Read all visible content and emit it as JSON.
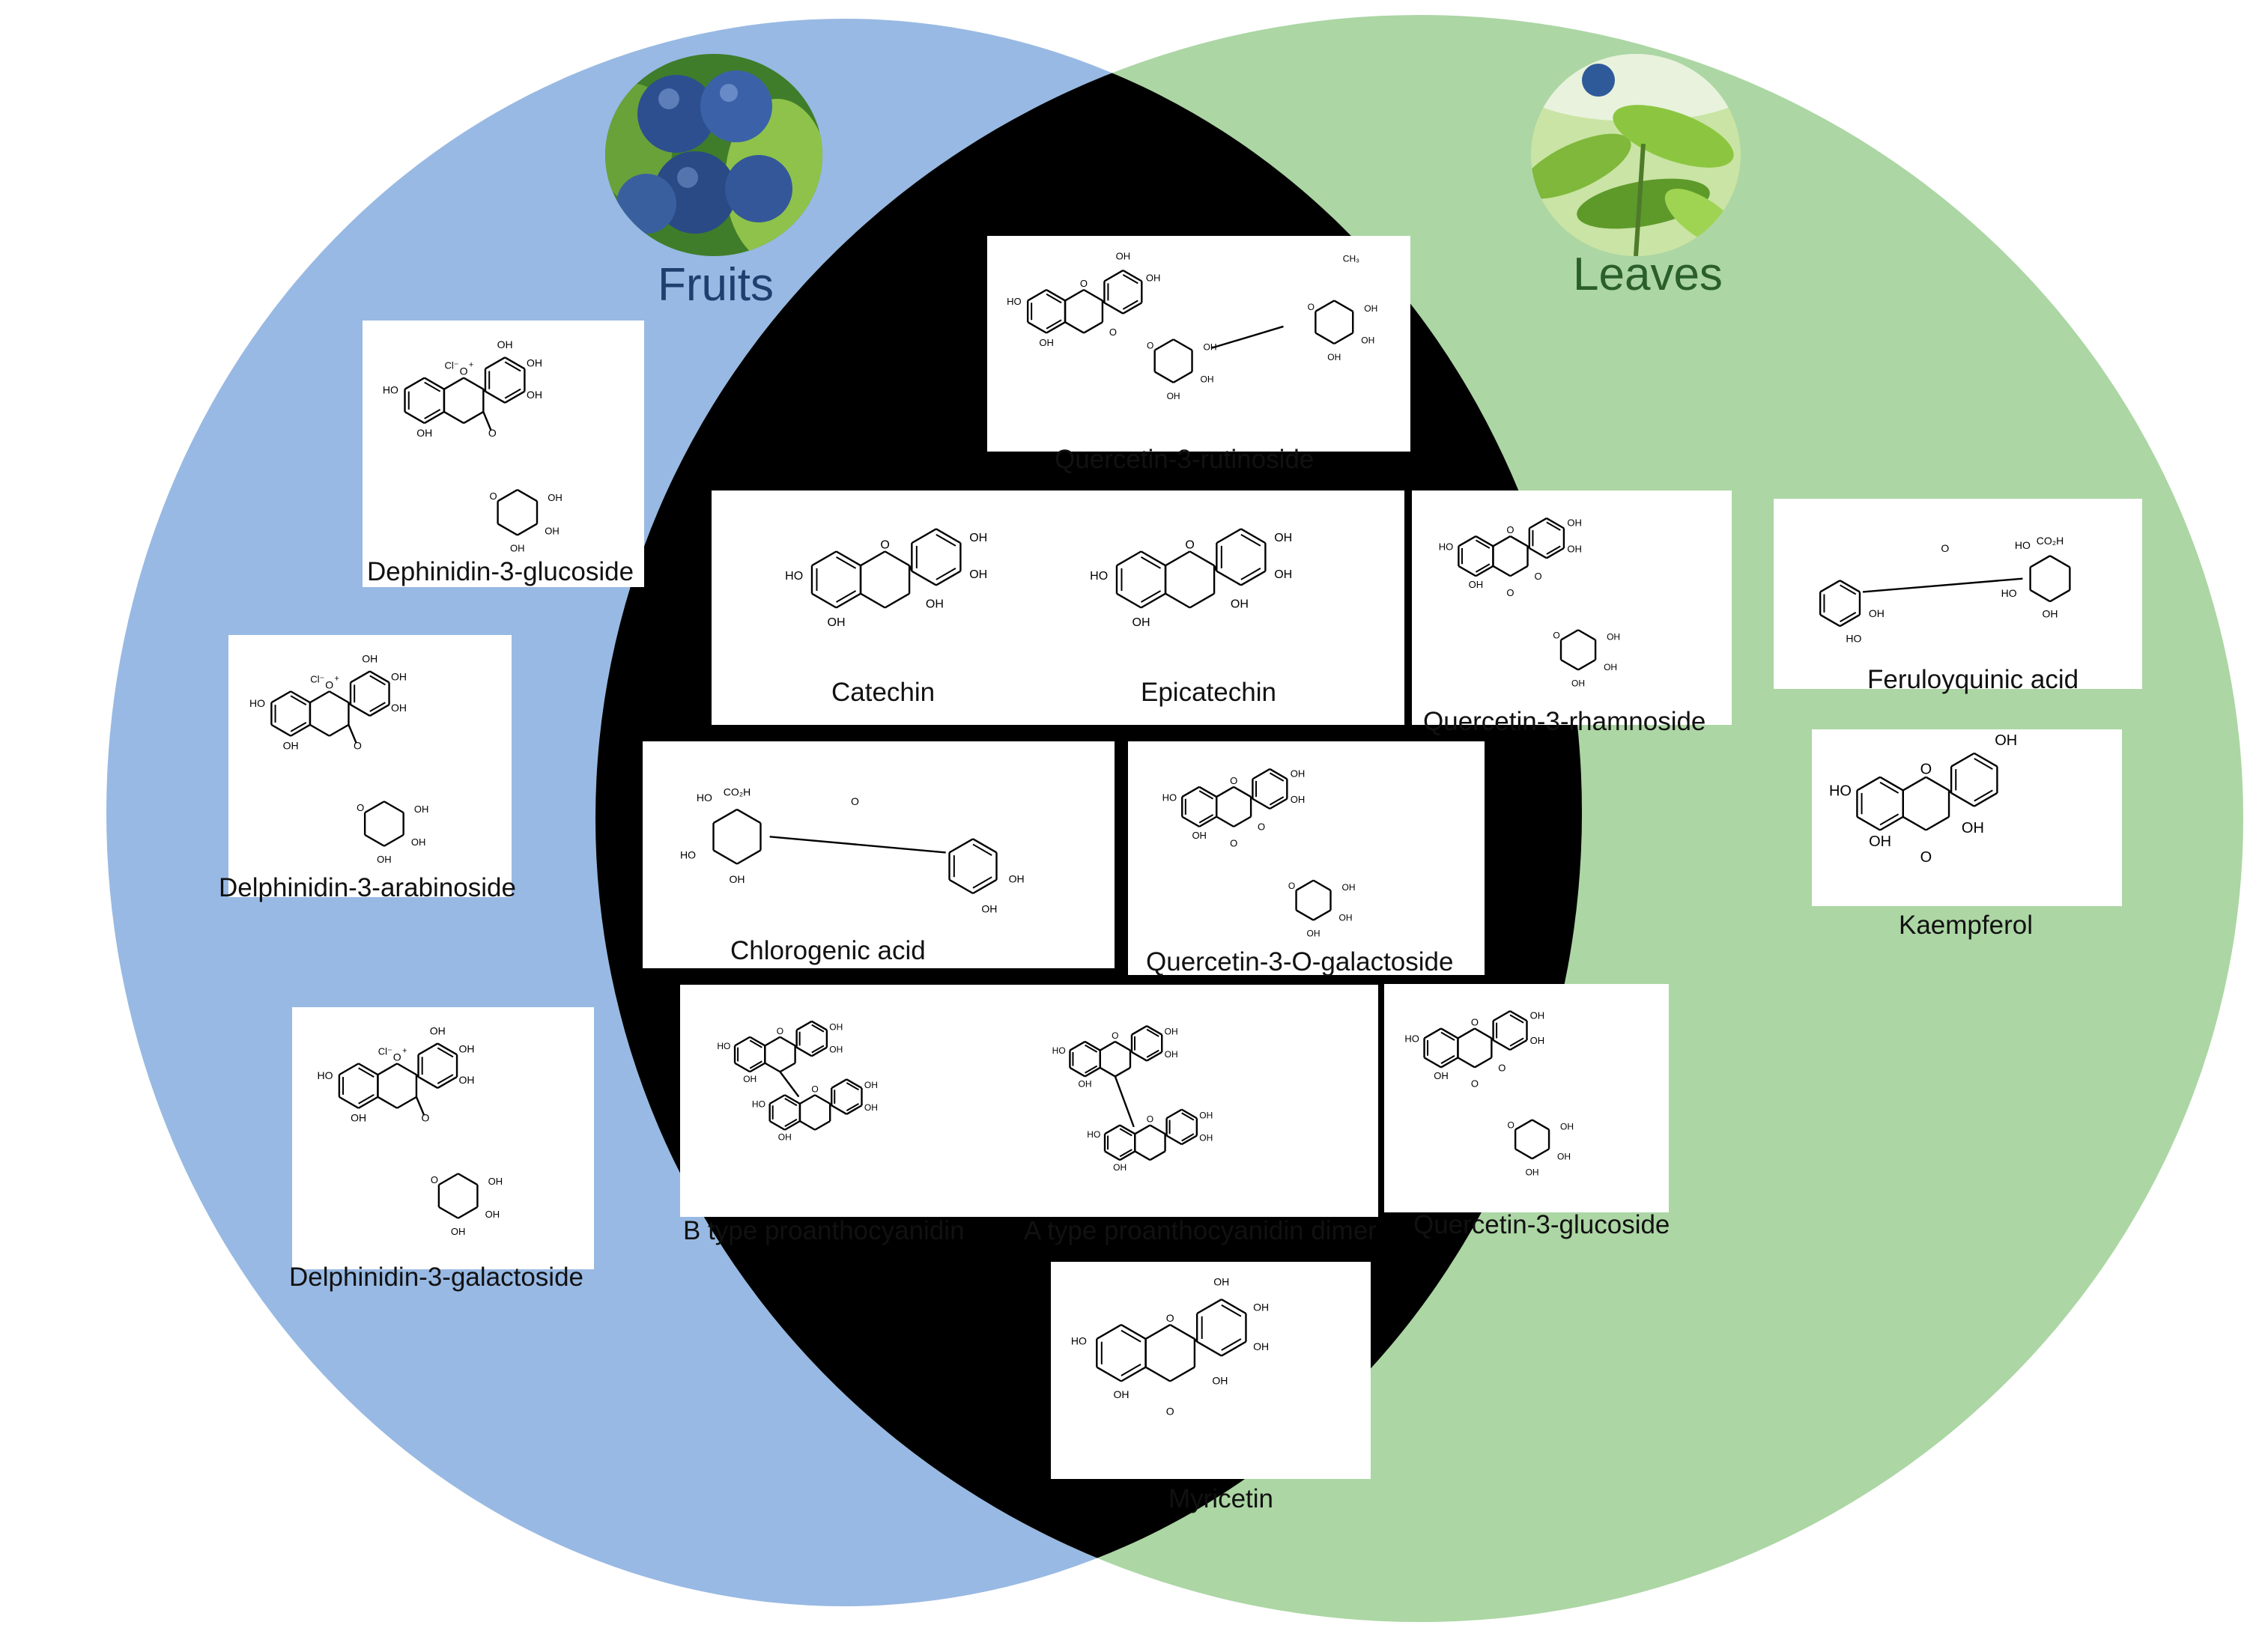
{
  "regions": {
    "fruits": {
      "title": "Fruits",
      "color": "#98b9e3",
      "title_color": "#1f3f6f"
    },
    "leaves": {
      "title": "Leaves",
      "color": "#acd6a4",
      "title_color": "#2a5e2a"
    },
    "overlap_color": "#74b497"
  },
  "compounds": {
    "c01": "Dephinidin-3-glucoside",
    "c02": "Delphinidin-3-arabinoside",
    "c03": "Delphinidin-3-galactoside",
    "c04": "Quercetin-3-rutinoside",
    "c05": "Catechin",
    "c06": "Epicatechin",
    "c07": "Quercetin-3-rhamnoside",
    "c08": "Chlorogenic acid",
    "c09": "Quercetin-3-O-galactoside",
    "c10": "B type proanthocyanidin",
    "c11": "A type proanthocyanidin dimer",
    "c12": "Quercetin-3-glucoside",
    "c13": "Myricetin",
    "c14": "Feruloyquinic acid",
    "c15": "Kaempferol"
  },
  "atoms": {
    "oh": "OH",
    "ho": "HO",
    "o": "O",
    "cl": "Cl⁻",
    "ch3": "CH₃",
    "co2h": "CO₂H",
    "plus": "+"
  },
  "icons": [
    "blueberry-fruit-photo",
    "blueberry-leaf-photo"
  ]
}
